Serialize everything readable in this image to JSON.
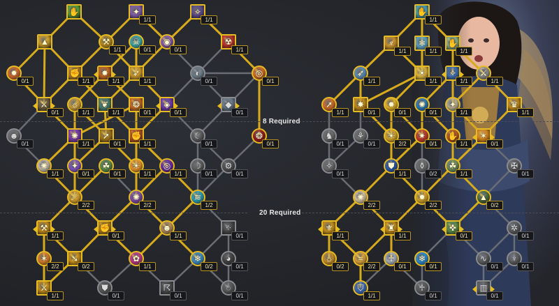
{
  "separators": {
    "first_gate": "8 Required",
    "second_gate": "20 Required"
  },
  "colors": {
    "active_link": "#d8ab1c",
    "inactive_link": "#6a6d73",
    "active_border": "#e7bb22",
    "inactive_border": "#8a8c90",
    "background": "#23252a"
  },
  "left_tree": {
    "nodes": [
      {
        "id": "L1",
        "shape": "square",
        "state": "active",
        "icon": "holy-light-hand-icon",
        "glyph": "✋",
        "color": "#5aa03a",
        "rank": ""
      },
      {
        "id": "L2",
        "shape": "square",
        "state": "active",
        "icon": "purple-spirit-icon",
        "glyph": "✦",
        "color": "#7d5aa8",
        "rank": "1/1"
      },
      {
        "id": "L3",
        "shape": "square",
        "state": "active",
        "icon": "shadow-claw-icon",
        "glyph": "✧",
        "color": "#5b4a8a",
        "rank": "1/1"
      },
      {
        "id": "L4",
        "shape": "square",
        "state": "active",
        "icon": "radiant-wings-icon",
        "glyph": "▲",
        "color": "#c79a2a",
        "rank": ""
      },
      {
        "id": "L5",
        "shape": "circle",
        "state": "active",
        "icon": "golden-hammer-icon",
        "glyph": "⚒",
        "color": "#b58a20",
        "rank": "1/1"
      },
      {
        "id": "L6",
        "shape": "circle",
        "state": "active",
        "icon": "cyan-skull-icon",
        "glyph": "☠",
        "color": "#3aa6a8",
        "rank": "0/1"
      },
      {
        "id": "L7",
        "shape": "circle",
        "state": "active",
        "icon": "arcane-portal-icon",
        "glyph": "◉",
        "color": "#8a5ab0",
        "rank": "0/1"
      },
      {
        "id": "L8",
        "shape": "square",
        "state": "active",
        "icon": "crimson-demon-icon",
        "glyph": "☢",
        "color": "#c0342a",
        "rank": "1/1"
      },
      {
        "id": "L9",
        "shape": "circle",
        "state": "active",
        "icon": "fire-burst-icon",
        "glyph": "✹",
        "color": "#d0682a",
        "rank": "0/1"
      },
      {
        "id": "L10",
        "shape": "square",
        "state": "active",
        "icon": "golden-fist-icon",
        "glyph": "✊",
        "color": "#c08a2a",
        "rank": "1/1"
      },
      {
        "id": "L11",
        "shape": "choice",
        "state": "active",
        "icon": "burning-sigil-icon",
        "glyph": "✸",
        "color": "#c0621c",
        "rank": "1/1"
      },
      {
        "id": "L12",
        "shape": "square",
        "state": "active",
        "icon": "golden-wing-icon",
        "glyph": "➶",
        "color": "#c9962a",
        "rank": "1/1"
      },
      {
        "id": "L13",
        "shape": "circle",
        "state": "inactive",
        "icon": "storm-eye-icon",
        "glyph": "◐",
        "color": "#6a7a86",
        "rank": "0/1"
      },
      {
        "id": "L14",
        "shape": "circle",
        "state": "active",
        "icon": "blazing-eye-icon",
        "glyph": "◎",
        "color": "#d06a20",
        "rank": "0/1"
      },
      {
        "id": "L15",
        "shape": "choice",
        "state": "active",
        "icon": "hammer-strike-icon",
        "glyph": "⚔",
        "color": "#6a5a3a",
        "rank": "0/1"
      },
      {
        "id": "L16",
        "shape": "circle",
        "state": "active",
        "icon": "golden-pillar-icon",
        "glyph": "☼",
        "color": "#c49a3a",
        "rank": "1/1"
      },
      {
        "id": "L17",
        "shape": "square",
        "state": "active",
        "icon": "green-spirit-icon",
        "glyph": "❦",
        "color": "#4a7a6a",
        "rank": "1/1"
      },
      {
        "id": "L18",
        "shape": "square",
        "state": "active",
        "icon": "phoenix-flame-icon",
        "glyph": "❂",
        "color": "#c76a24",
        "rank": "0/1"
      },
      {
        "id": "L19",
        "shape": "choice",
        "state": "active",
        "icon": "void-rune-icon",
        "glyph": "◈",
        "color": "#6a3aa8",
        "rank": "0/1"
      },
      {
        "id": "L20",
        "shape": "choice",
        "state": "inactive",
        "icon": "frost-shield-icon",
        "glyph": "◆",
        "color": "#6a7a8a",
        "rank": "0/1"
      },
      {
        "id": "L21",
        "shape": "circle",
        "state": "inactive",
        "icon": "grey-bust-icon",
        "glyph": "☻",
        "color": "#6b6b6b",
        "rank": "0/1"
      },
      {
        "id": "L22",
        "shape": "square",
        "state": "active",
        "icon": "violet-flame-icon",
        "glyph": "✺",
        "color": "#7a3aa8",
        "rank": "1/1"
      },
      {
        "id": "L23",
        "shape": "square",
        "state": "active",
        "icon": "golden-lance-icon",
        "glyph": "➚",
        "color": "#a0741c",
        "rank": "0/1"
      },
      {
        "id": "L24",
        "shape": "square",
        "state": "active",
        "icon": "fire-gauntlet-icon",
        "glyph": "✊",
        "color": "#c55a24",
        "rank": "1/1"
      },
      {
        "id": "L25",
        "shape": "circle",
        "state": "inactive",
        "icon": "grey-mask-icon",
        "glyph": "☾",
        "color": "#5a5a5a",
        "rank": "0/1"
      },
      {
        "id": "L26",
        "shape": "circle",
        "state": "active",
        "icon": "crimson-aura-icon",
        "glyph": "❂",
        "color": "#9a1c1c",
        "rank": "0/1"
      },
      {
        "id": "L27",
        "shape": "circle",
        "state": "active",
        "icon": "white-radiance-icon",
        "glyph": "✺",
        "color": "#c4b8a8",
        "rank": "1/1"
      },
      {
        "id": "L28",
        "shape": "circle",
        "state": "active",
        "icon": "violet-orb-icon",
        "glyph": "✦",
        "color": "#7a52b8",
        "rank": "0/1"
      },
      {
        "id": "L29",
        "shape": "circle",
        "state": "active",
        "icon": "green-figure-icon",
        "glyph": "☘",
        "color": "#5a8a4a",
        "rank": "0/1"
      },
      {
        "id": "L30",
        "shape": "circle",
        "state": "active",
        "icon": "sun-burst-icon",
        "glyph": "☀",
        "color": "#e0902a",
        "rank": "1/1"
      },
      {
        "id": "L31",
        "shape": "circle",
        "state": "active",
        "icon": "void-sphere-icon",
        "glyph": "◎",
        "color": "#6a2aa8",
        "rank": "1/1"
      },
      {
        "id": "L32",
        "shape": "circle",
        "state": "inactive",
        "icon": "grey-reaper-icon",
        "glyph": "☽",
        "color": "#5e5e5e",
        "rank": "0/1"
      },
      {
        "id": "L33",
        "shape": "circle",
        "state": "inactive",
        "icon": "grey-gears-icon",
        "glyph": "⚙",
        "color": "#505050",
        "rank": "0/1"
      },
      {
        "id": "L34",
        "shape": "circle",
        "state": "active",
        "icon": "golden-comet-icon",
        "glyph": "☄",
        "color": "#c9962a",
        "rank": "2/2"
      },
      {
        "id": "L35",
        "shape": "circle",
        "state": "active",
        "icon": "purple-vortex-icon",
        "glyph": "✺",
        "color": "#7a4aa8",
        "rank": "2/2"
      },
      {
        "id": "L36",
        "shape": "circle",
        "state": "active",
        "icon": "ice-wave-icon",
        "glyph": "≋",
        "color": "#2a9ab0",
        "rank": "1/2"
      },
      {
        "id": "L37",
        "shape": "choice",
        "state": "active",
        "icon": "holy-axe-icon",
        "glyph": "⚒",
        "color": "#c08a1a",
        "rank": "1/1"
      },
      {
        "id": "L38",
        "shape": "choice",
        "state": "active",
        "icon": "golden-fist-icon",
        "glyph": "✊",
        "color": "#c08a1a",
        "rank": "0/1"
      },
      {
        "id": "L39",
        "shape": "circle",
        "state": "active",
        "icon": "bald-monk-icon",
        "glyph": "☻",
        "color": "#b08a5a",
        "rank": "1/1"
      },
      {
        "id": "L40",
        "shape": "square",
        "state": "inactive",
        "icon": "grey-dots-icon",
        "glyph": "⁘",
        "color": "#454545",
        "rank": "0/1"
      },
      {
        "id": "L41",
        "shape": "circle",
        "state": "active",
        "icon": "fire-spark-icon",
        "glyph": "✶",
        "color": "#d07a2a",
        "rank": "2/2"
      },
      {
        "id": "L42",
        "shape": "square",
        "state": "active",
        "icon": "golden-beam-icon",
        "glyph": "➘",
        "color": "#c08a1a",
        "rank": "0/2"
      },
      {
        "id": "L43",
        "shape": "circle",
        "state": "active",
        "icon": "pink-flower-icon",
        "glyph": "✿",
        "color": "#c03a8a",
        "rank": "1/1"
      },
      {
        "id": "L44",
        "shape": "circle",
        "state": "active",
        "icon": "blue-glow-icon",
        "glyph": "❄",
        "color": "#3a8ac0",
        "rank": "0/2"
      },
      {
        "id": "L45",
        "shape": "circle",
        "state": "inactive",
        "icon": "grey-eyes-icon",
        "glyph": "◕",
        "color": "#404040",
        "rank": "0/1"
      },
      {
        "id": "L46",
        "shape": "square",
        "state": "active",
        "icon": "golden-sword-icon",
        "glyph": "⚔",
        "color": "#c08a1a",
        "rank": "1/1"
      },
      {
        "id": "L47",
        "shape": "circle",
        "state": "inactive",
        "icon": "grey-shield-icon",
        "glyph": "⛊",
        "color": "#5a5a5a",
        "rank": "0/1"
      },
      {
        "id": "L48",
        "shape": "square",
        "state": "inactive",
        "icon": "grey-scythe-icon",
        "glyph": "☈",
        "color": "#4a4a4a",
        "rank": "0/1"
      },
      {
        "id": "L49",
        "shape": "circle",
        "state": "inactive",
        "icon": "grey-fog-icon",
        "glyph": "◌",
        "color": "#555555",
        "rank": "0/1"
      }
    ]
  },
  "right_tree": {
    "nodes": [
      {
        "id": "R1",
        "shape": "square",
        "state": "active",
        "icon": "ice-hand-icon",
        "glyph": "✋",
        "color": "#4aa0b0",
        "rank": "1/1"
      },
      {
        "id": "R2",
        "shape": "square",
        "state": "active",
        "icon": "golden-candles-icon",
        "glyph": "♆",
        "color": "#c08a2a",
        "rank": "1/1"
      },
      {
        "id": "R3",
        "shape": "square",
        "state": "active",
        "icon": "frost-spirit-icon",
        "glyph": "❄",
        "color": "#5aa0c0",
        "rank": "1/1"
      },
      {
        "id": "R4",
        "shape": "square",
        "state": "active",
        "icon": "pale-hand-icon",
        "glyph": "✋",
        "color": "#8ab08a",
        "rank": "1/1"
      },
      {
        "id": "R5",
        "shape": "circle",
        "state": "active",
        "icon": "ice-arrow-icon",
        "glyph": "➶",
        "color": "#5a8ab8",
        "rank": "1/1"
      },
      {
        "id": "R6",
        "shape": "square",
        "state": "active",
        "icon": "sunburst-rays-icon",
        "glyph": "☀",
        "color": "#d8b03a",
        "rank": "1/1"
      },
      {
        "id": "R7",
        "shape": "choice",
        "state": "active",
        "icon": "blue-halo-icon",
        "glyph": "✧",
        "color": "#3a6ab0",
        "rank": "1/1"
      },
      {
        "id": "R8",
        "shape": "circle",
        "state": "active",
        "icon": "silver-blade-icon",
        "glyph": "⚔",
        "color": "#8a8a8a",
        "rank": "1/1"
      },
      {
        "id": "R9",
        "shape": "circle",
        "state": "active",
        "icon": "fire-spear-icon",
        "glyph": "➚",
        "color": "#d06a2a",
        "rank": "1/1"
      },
      {
        "id": "R10",
        "shape": "square",
        "state": "active",
        "icon": "golden-glyph-icon",
        "glyph": "✸",
        "color": "#c08a1a",
        "rank": "0/1"
      },
      {
        "id": "R11",
        "shape": "circle",
        "state": "active",
        "icon": "bright-star-icon",
        "glyph": "✹",
        "color": "#e0b02a",
        "rank": "0/1"
      },
      {
        "id": "R12",
        "shape": "circle",
        "state": "active",
        "icon": "blue-nova-icon",
        "glyph": "✺",
        "color": "#2a7ab8",
        "rank": "0/1"
      },
      {
        "id": "R13",
        "shape": "circle",
        "state": "active",
        "icon": "white-flare-icon",
        "glyph": "✦",
        "color": "#b0a888",
        "rank": "1/1"
      },
      {
        "id": "R14",
        "shape": "square",
        "state": "active",
        "icon": "golden-tiara-icon",
        "glyph": "♛",
        "color": "#c08a1a",
        "rank": "1/1"
      },
      {
        "id": "R15",
        "shape": "circle",
        "state": "inactive",
        "icon": "grey-boots-icon",
        "glyph": "♞",
        "color": "#6a6a6a",
        "rank": "0/1"
      },
      {
        "id": "R16",
        "shape": "circle",
        "state": "inactive",
        "icon": "grey-dove-icon",
        "glyph": "⚘",
        "color": "#6a6a6a",
        "rank": "0/1"
      },
      {
        "id": "R17",
        "shape": "circle",
        "state": "active",
        "icon": "golden-sun-icon",
        "glyph": "☀",
        "color": "#d0a02a",
        "rank": "2/2"
      },
      {
        "id": "R18",
        "shape": "circle",
        "state": "active",
        "icon": "red-light-icon",
        "glyph": "✷",
        "color": "#c03a2a",
        "rank": "0/1"
      },
      {
        "id": "R19",
        "shape": "circle",
        "state": "active",
        "icon": "flame-hand-icon",
        "glyph": "✋",
        "color": "#c05a1a",
        "rank": "1/1"
      },
      {
        "id": "R20",
        "shape": "choice",
        "state": "active",
        "icon": "golden-ember-icon",
        "glyph": "✶",
        "color": "#d0801a",
        "rank": "0/1"
      },
      {
        "id": "R21",
        "shape": "circle",
        "state": "inactive",
        "icon": "grey-light-icon",
        "glyph": "✧",
        "color": "#6a6a6a",
        "rank": "0/1"
      },
      {
        "id": "R22",
        "shape": "circle",
        "state": "active",
        "icon": "blue-shield-icon",
        "glyph": "⛊",
        "color": "#2a5ab0",
        "rank": "1/1"
      },
      {
        "id": "R23",
        "shape": "circle",
        "state": "inactive",
        "icon": "grey-pot-icon",
        "glyph": "⚱",
        "color": "#6a6a6a",
        "rank": "0/2"
      },
      {
        "id": "R24",
        "shape": "circle",
        "state": "active",
        "icon": "green-guardian-icon",
        "glyph": "☘",
        "color": "#6a8a5a",
        "rank": "1/1"
      },
      {
        "id": "R25",
        "shape": "circle",
        "state": "inactive",
        "icon": "grey-cross-icon",
        "glyph": "✠",
        "color": "#5a5a5a",
        "rank": "0/1"
      },
      {
        "id": "R26",
        "shape": "circle",
        "state": "active",
        "icon": "white-glow-icon",
        "glyph": "✺",
        "color": "#d0c0a0",
        "rank": "2/2"
      },
      {
        "id": "R27",
        "shape": "circle",
        "state": "active",
        "icon": "golden-burst-icon",
        "glyph": "✹",
        "color": "#d0a02a",
        "rank": "2/2"
      },
      {
        "id": "R28",
        "shape": "circle",
        "state": "active",
        "icon": "tri-flame-icon",
        "glyph": "▲",
        "color": "#4a6a3a",
        "rank": "0/2"
      },
      {
        "id": "R29",
        "shape": "choice",
        "state": "active",
        "icon": "golden-helm-icon",
        "glyph": "⚜",
        "color": "#c08a1a",
        "rank": "1/1"
      },
      {
        "id": "R30",
        "shape": "choice",
        "state": "active",
        "icon": "golden-pillars-icon",
        "glyph": "♜",
        "color": "#c08a1a",
        "rank": "1/1"
      },
      {
        "id": "R31",
        "shape": "choice",
        "state": "active",
        "icon": "green-halo-icon",
        "glyph": "✜",
        "color": "#5a8a4a",
        "rank": "0/1"
      },
      {
        "id": "R32",
        "shape": "circle",
        "state": "inactive",
        "icon": "grey-wheel-icon",
        "glyph": "✲",
        "color": "#5a5a5a",
        "rank": "0/1"
      },
      {
        "id": "R33",
        "shape": "circle",
        "state": "active",
        "icon": "golden-rays-icon",
        "glyph": "☼",
        "color": "#c08a2a",
        "rank": "0/2"
      },
      {
        "id": "R34",
        "shape": "circle",
        "state": "active",
        "icon": "radiant-wave-icon",
        "glyph": "≈",
        "color": "#d09a3a",
        "rank": "2/2"
      },
      {
        "id": "R35",
        "shape": "circle",
        "state": "active",
        "icon": "white-angel-icon",
        "glyph": "♱",
        "color": "#a0a8b8",
        "rank": "0/1"
      },
      {
        "id": "R36",
        "shape": "circle",
        "state": "active",
        "icon": "azure-blessing-icon",
        "glyph": "❄",
        "color": "#2a8ad0",
        "rank": "0/1"
      },
      {
        "id": "R37",
        "shape": "circle",
        "state": "inactive",
        "icon": "grey-wave-icon",
        "glyph": "∿",
        "color": "#5a5a5a",
        "rank": "0/1"
      },
      {
        "id": "R38",
        "shape": "circle",
        "state": "inactive",
        "icon": "grey-wings-icon",
        "glyph": "♆",
        "color": "#5a5a5a",
        "rank": "0/1"
      },
      {
        "id": "R39",
        "shape": "circle",
        "state": "active",
        "icon": "blue-crest-icon",
        "glyph": "⛉",
        "color": "#3a6ab8",
        "rank": "1/1"
      },
      {
        "id": "R40",
        "shape": "circle",
        "state": "inactive",
        "icon": "grey-angel-icon",
        "glyph": "♱",
        "color": "#5a5a5a",
        "rank": "0/1"
      },
      {
        "id": "R41",
        "shape": "choice",
        "state": "inactive",
        "icon": "grey-pillar-icon",
        "glyph": "▥",
        "color": "#5a5a5a",
        "rank": "0/1"
      }
    ]
  }
}
